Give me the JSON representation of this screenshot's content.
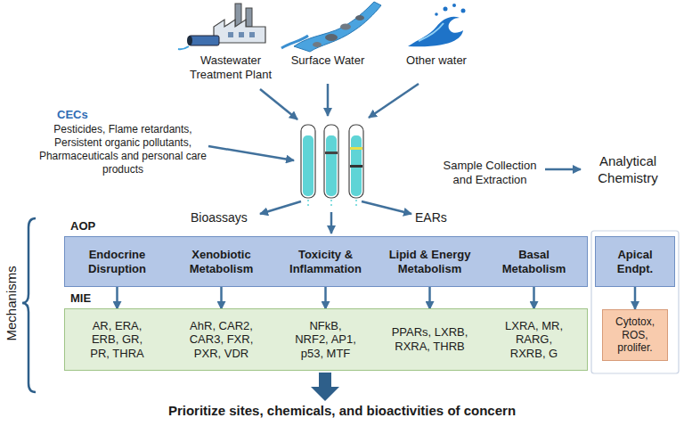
{
  "diagram": {
    "nodes": [
      {
        "text": [
          "AOP"
        ]
      },
      {
        "text": [
          "Endocrine Disruption"
        ],
        "in": 0
      },
      {
        "text": [
          "Xenobiotic Metabolism"
        ],
        "in": 0
      },
      {
        "text": [
          "Toxicity & Inflammation"
        ],
        "in": 0
      },
      {
        "text": [
          "Lipid & Energy Metabolism"
        ],
        "in": 0
      },
      {
        "text": [
          "Basal Metabolism"
        ],
        "in": 0
      },
      {
        "text": [
          "MIE"
        ]
      },
      {
        "text": [
          "AR, ERA, ERB, GR, PR, THRA"
        ],
        "in": 6
      },
      {
        "text": [
          "AhR, CAR2, CAR3, FXR, PXR, VDR"
        ],
        "in": 6
      },
      {
        "text": [
          "NFkB, NRF2, AP1, p53, MTF"
        ],
        "in": 6
      },
      {
        "text": [
          "PPARs, LXRB, RXRA, THRB"
        ],
        "in": 6
      },
      {
        "text": [
          "LXRA, MR, RARG, RXRB, G"
        ],
        "in": 6
      },
      {
        "text": [
          "Apical Endpt."
        ]
      },
      {
        "text": [
          "Cytotox, ROS, prolifer."
        ]
      }
    ],
    "edges": [
      {
        "from": 1,
        "to": 7,
        "arrow": "to"
      },
      {
        "from": 2,
        "to": 8,
        "arrow": "to"
      },
      {
        "from": 3,
        "to": 9,
        "arrow": "to"
      },
      {
        "from": 4,
        "to": 10,
        "arrow": "to"
      },
      {
        "from": 5,
        "to": 11,
        "arrow": "to"
      },
      {
        "from": 12,
        "to": 13,
        "arrow": "to"
      }
    ],
    "labels": [
      "Wastewater Treatment Plant",
      "Surface Water",
      "Other water",
      "CECs",
      "Pesticides, Flame retardants, Persistent organic pollutants, Pharmaceuticals and personal care products",
      "Sample Collection and Extraction",
      "Analytical Chemistry",
      "Bioassays",
      "EARs",
      "Mechanisms",
      "Prioritize sites, chemicals, and bioactivities of concern"
    ]
  }
}
